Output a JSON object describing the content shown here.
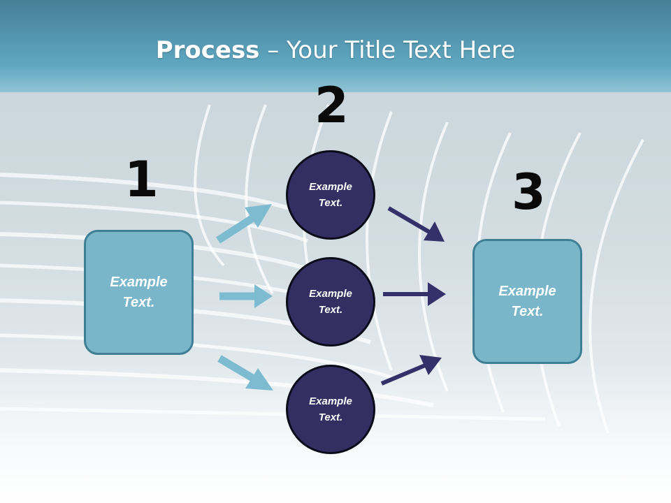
{
  "title": {
    "bold": "Process",
    "rest": " – Your Title Text Here"
  },
  "steps": {
    "one": "1",
    "two": "2",
    "three": "3"
  },
  "left_box": {
    "line1": "Example",
    "line2": "Text."
  },
  "right_box": {
    "line1": "Example",
    "line2": "Text."
  },
  "circles": [
    {
      "line1": "Example",
      "line2": "Text."
    },
    {
      "line1": "Example",
      "line2": "Text."
    },
    {
      "line1": "Example",
      "line2": "Text."
    }
  ],
  "colors": {
    "header": "#4f98b2",
    "box": "#79b6c9",
    "circle": "#332f63",
    "arrow_light": "#7dbcd0",
    "arrow_dark": "#33306a"
  }
}
